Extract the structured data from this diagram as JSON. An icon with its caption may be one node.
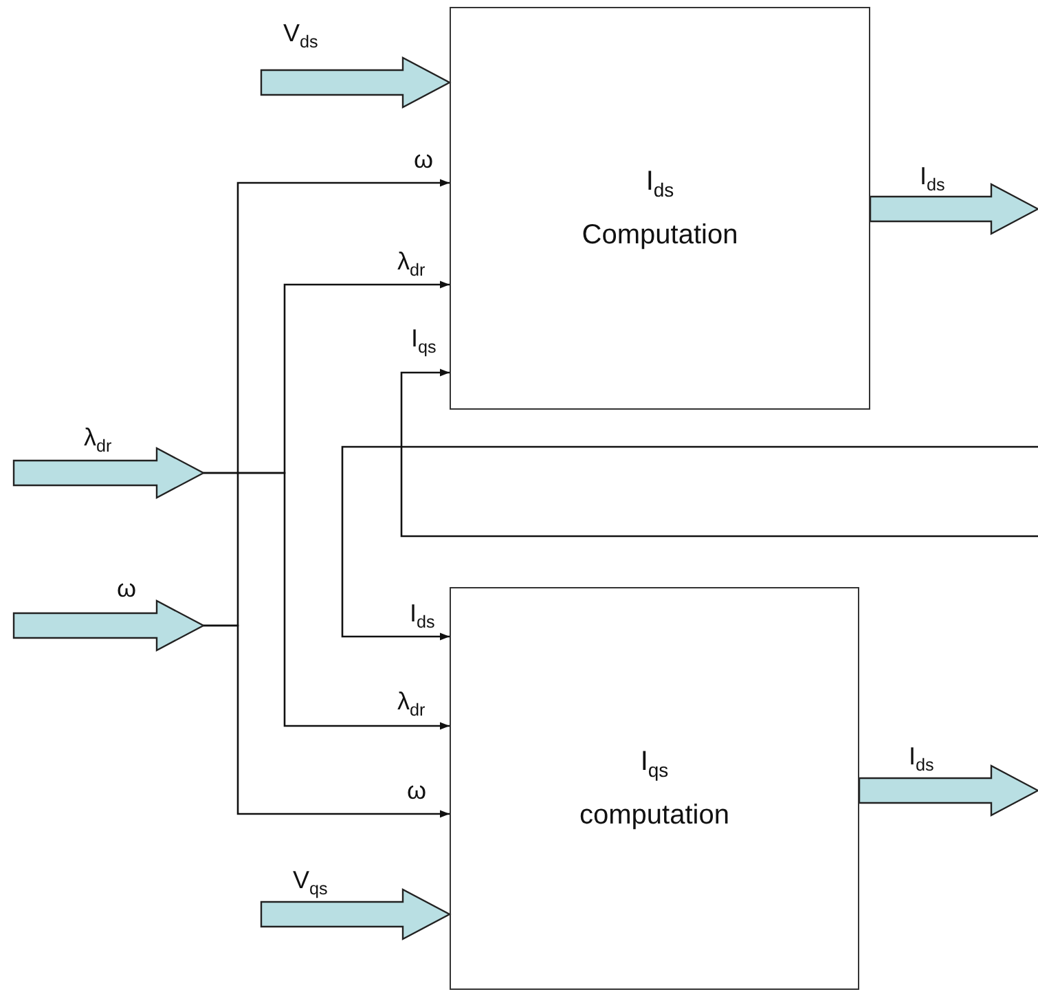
{
  "diagram": {
    "nodes": [
      {
        "text": [
          "I$_{ds}$",
          "Computation"
        ]
      },
      {
        "text": [
          "I$_{qs}$",
          "computation"
        ]
      }
    ],
    "edges": [
      {
        "from": null,
        "to": 0,
        "arrow": "to",
        "label": "V$_{ds}$",
        "style": "thick",
        "color": "#b9dfe3"
      },
      {
        "from": null,
        "to": 0,
        "arrow": "to",
        "label": "ω"
      },
      {
        "from": null,
        "to": 0,
        "arrow": "to",
        "label": "λ$_{dr}$"
      },
      {
        "from": null,
        "to": 0,
        "arrow": "to",
        "label": "I$_{qs}$"
      },
      {
        "from": null,
        "to": 1,
        "arrow": "to",
        "label": "I$_{ds}$"
      },
      {
        "from": null,
        "to": 1,
        "arrow": "to",
        "label": "λ$_{dr}$"
      },
      {
        "from": null,
        "to": 1,
        "arrow": "to",
        "label": "ω"
      },
      {
        "from": null,
        "to": 1,
        "arrow": "to",
        "label": "V$_{qs}$",
        "style": "thick",
        "color": "#b9dfe3"
      },
      {
        "from": 0,
        "to": null,
        "arrow": "to",
        "label": "I$_{ds}$",
        "style": "thick",
        "color": "#b9dfe3"
      },
      {
        "from": 1,
        "to": null,
        "arrow": "to",
        "label": "I$_{ds}$",
        "style": "thick",
        "color": "#b9dfe3"
      }
    ],
    "labels": [
      "λ$_{dr}$",
      "ω"
    ]
  }
}
